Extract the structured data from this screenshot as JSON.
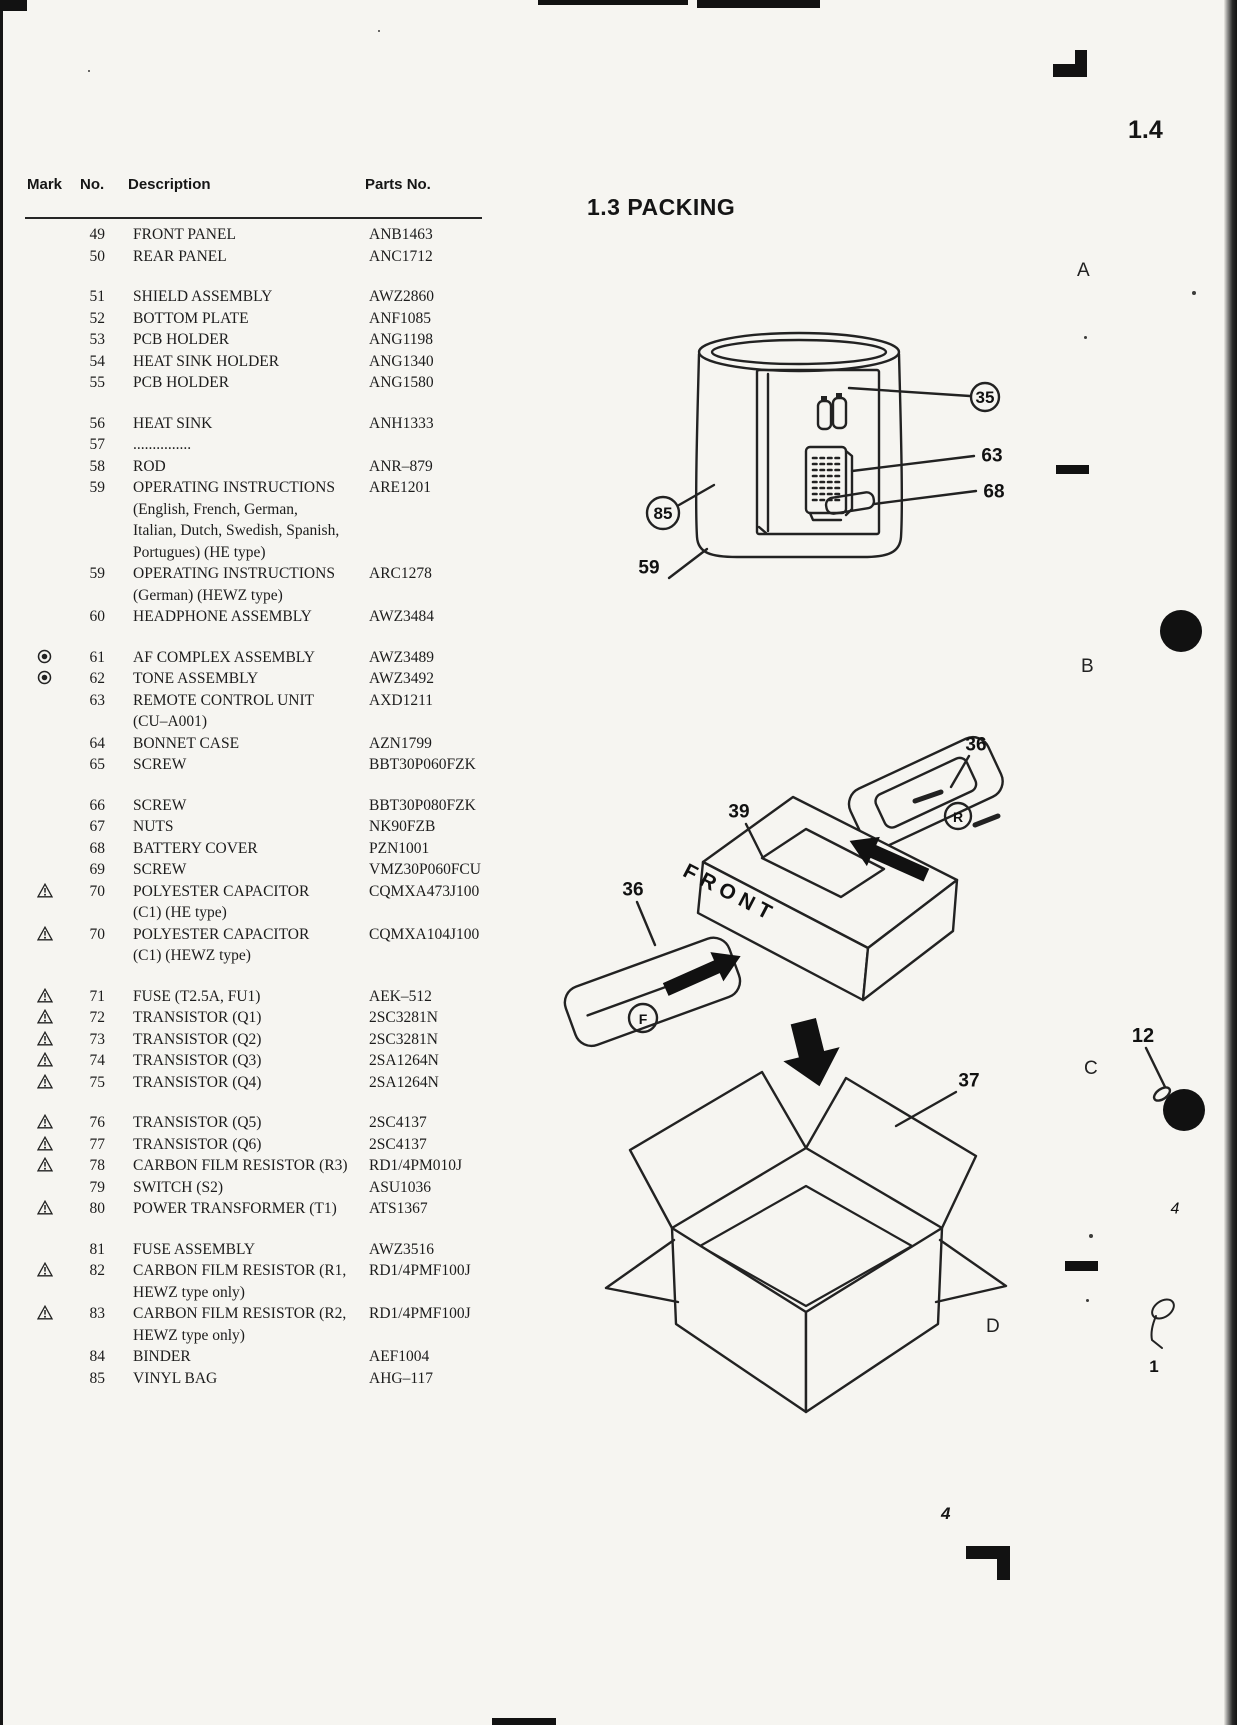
{
  "page": {
    "section_ref": "1.4",
    "title": "1.3 PACKING",
    "page_number": "4",
    "margin_letters": {
      "a": "A",
      "b": "B",
      "c": "C",
      "d": "D"
    }
  },
  "parts_table": {
    "headers": {
      "mark": "Mark",
      "no": "No.",
      "description": "Description",
      "parts_no": "Parts No."
    },
    "groups": [
      {
        "rows": [
          {
            "mark": "",
            "no": "49",
            "desc": "FRONT PANEL",
            "parts": "ANB1463"
          },
          {
            "mark": "",
            "no": "50",
            "desc": "REAR PANEL",
            "parts": "ANC1712"
          }
        ]
      },
      {
        "rows": [
          {
            "mark": "",
            "no": "51",
            "desc": "SHIELD ASSEMBLY",
            "parts": "AWZ2860"
          },
          {
            "mark": "",
            "no": "52",
            "desc": "BOTTOM PLATE",
            "parts": "ANF1085"
          },
          {
            "mark": "",
            "no": "53",
            "desc": "PCB HOLDER",
            "parts": "ANG1198"
          },
          {
            "mark": "",
            "no": "54",
            "desc": "HEAT SINK HOLDER",
            "parts": "ANG1340"
          },
          {
            "mark": "",
            "no": "55",
            "desc": "PCB HOLDER",
            "parts": "ANG1580"
          }
        ]
      },
      {
        "rows": [
          {
            "mark": "",
            "no": "56",
            "desc": "HEAT SINK",
            "parts": "ANH1333"
          },
          {
            "mark": "",
            "no": "57",
            "desc": "...............",
            "parts": ""
          },
          {
            "mark": "",
            "no": "58",
            "desc": "ROD",
            "parts": "ANR–879"
          },
          {
            "mark": "",
            "no": "59",
            "desc": "OPERATING INSTRUCTIONS",
            "parts": "ARE1201",
            "cont": [
              "(English, French, German,",
              "Italian, Dutch, Swedish, Spanish,",
              "Portugues) (HE type)"
            ]
          },
          {
            "mark": "",
            "no": "59",
            "desc": "OPERATING INSTRUCTIONS",
            "parts": "ARC1278",
            "cont": [
              "(German) (HEWZ type)"
            ]
          },
          {
            "mark": "",
            "no": "60",
            "desc": "HEADPHONE ASSEMBLY",
            "parts": "AWZ3484"
          }
        ]
      },
      {
        "rows": [
          {
            "mark": "bullseye",
            "no": "61",
            "desc": "AF COMPLEX ASSEMBLY",
            "parts": "AWZ3489"
          },
          {
            "mark": "bullseye",
            "no": "62",
            "desc": "TONE ASSEMBLY",
            "parts": "AWZ3492"
          },
          {
            "mark": "",
            "no": "63",
            "desc": "REMOTE CONTROL UNIT",
            "parts": "AXD1211",
            "cont": [
              "(CU–A001)"
            ]
          },
          {
            "mark": "",
            "no": "64",
            "desc": "BONNET CASE",
            "parts": "AZN1799"
          },
          {
            "mark": "",
            "no": "65",
            "desc": "SCREW",
            "parts": "BBT30P060FZK"
          }
        ]
      },
      {
        "rows": [
          {
            "mark": "",
            "no": "66",
            "desc": "SCREW",
            "parts": "BBT30P080FZK"
          },
          {
            "mark": "",
            "no": "67",
            "desc": "NUTS",
            "parts": "NK90FZB"
          },
          {
            "mark": "",
            "no": "68",
            "desc": "BATTERY COVER",
            "parts": "PZN1001"
          },
          {
            "mark": "",
            "no": "69",
            "desc": "SCREW",
            "parts": "VMZ30P060FCU"
          },
          {
            "mark": "warning",
            "no": "70",
            "desc": "POLYESTER CAPACITOR",
            "parts": "CQMXA473J100",
            "cont": [
              "(C1) (HE type)"
            ]
          },
          {
            "mark": "warning",
            "no": "70",
            "desc": "POLYESTER CAPACITOR",
            "parts": "CQMXA104J100",
            "cont": [
              "(C1) (HEWZ type)"
            ]
          }
        ]
      },
      {
        "rows": [
          {
            "mark": "warning",
            "no": "71",
            "desc": "FUSE (T2.5A, FU1)",
            "parts": "AEK–512"
          },
          {
            "mark": "warning",
            "no": "72",
            "desc": "TRANSISTOR (Q1)",
            "parts": "2SC3281N"
          },
          {
            "mark": "warning",
            "no": "73",
            "desc": "TRANSISTOR (Q2)",
            "parts": "2SC3281N"
          },
          {
            "mark": "warning",
            "no": "74",
            "desc": "TRANSISTOR (Q3)",
            "parts": "2SA1264N"
          },
          {
            "mark": "warning",
            "no": "75",
            "desc": "TRANSISTOR (Q4)",
            "parts": "2SA1264N"
          }
        ]
      },
      {
        "rows": [
          {
            "mark": "warning",
            "no": "76",
            "desc": "TRANSISTOR (Q5)",
            "parts": "2SC4137"
          },
          {
            "mark": "warning",
            "no": "77",
            "desc": "TRANSISTOR (Q6)",
            "parts": "2SC4137"
          },
          {
            "mark": "warning",
            "no": "78",
            "desc": "CARBON FILM RESISTOR (R3)",
            "parts": "RD1/4PM010J"
          },
          {
            "mark": "",
            "no": "79",
            "desc": "SWITCH (S2)",
            "parts": "ASU1036"
          },
          {
            "mark": "warning",
            "no": "80",
            "desc": "POWER TRANSFORMER (T1)",
            "parts": "ATS1367"
          }
        ]
      },
      {
        "rows": [
          {
            "mark": "",
            "no": "81",
            "desc": "FUSE ASSEMBLY",
            "parts": "AWZ3516"
          },
          {
            "mark": "warning",
            "no": "82",
            "desc": "CARBON FILM RESISTOR (R1,",
            "parts": "RD1/4PMF100J",
            "cont": [
              "HEWZ type only)"
            ]
          },
          {
            "mark": "warning",
            "no": "83",
            "desc": "CARBON FILM RESISTOR (R2,",
            "parts": "RD1/4PMF100J",
            "cont": [
              "HEWZ type only)"
            ]
          },
          {
            "mark": "",
            "no": "84",
            "desc": "BINDER",
            "parts": "AEF1004"
          },
          {
            "mark": "",
            "no": "85",
            "desc": "VINYL BAG",
            "parts": "AHG–117"
          }
        ]
      }
    ]
  },
  "packing_diagram": {
    "callouts": {
      "vinyl_bag": "85",
      "operating_instructions": "59",
      "batteries": "35",
      "remote_control": "63",
      "battery_cover": "68",
      "foam_pad_front": "36",
      "foam_pad_rear": "36",
      "wrapped_unit": "39",
      "carton_box": "37",
      "knob": "12",
      "pin": "1",
      "margin_note": "4"
    },
    "markings": {
      "front": "FRONT",
      "front_pad_letter": "F",
      "rear_pad_letter": "R"
    }
  }
}
